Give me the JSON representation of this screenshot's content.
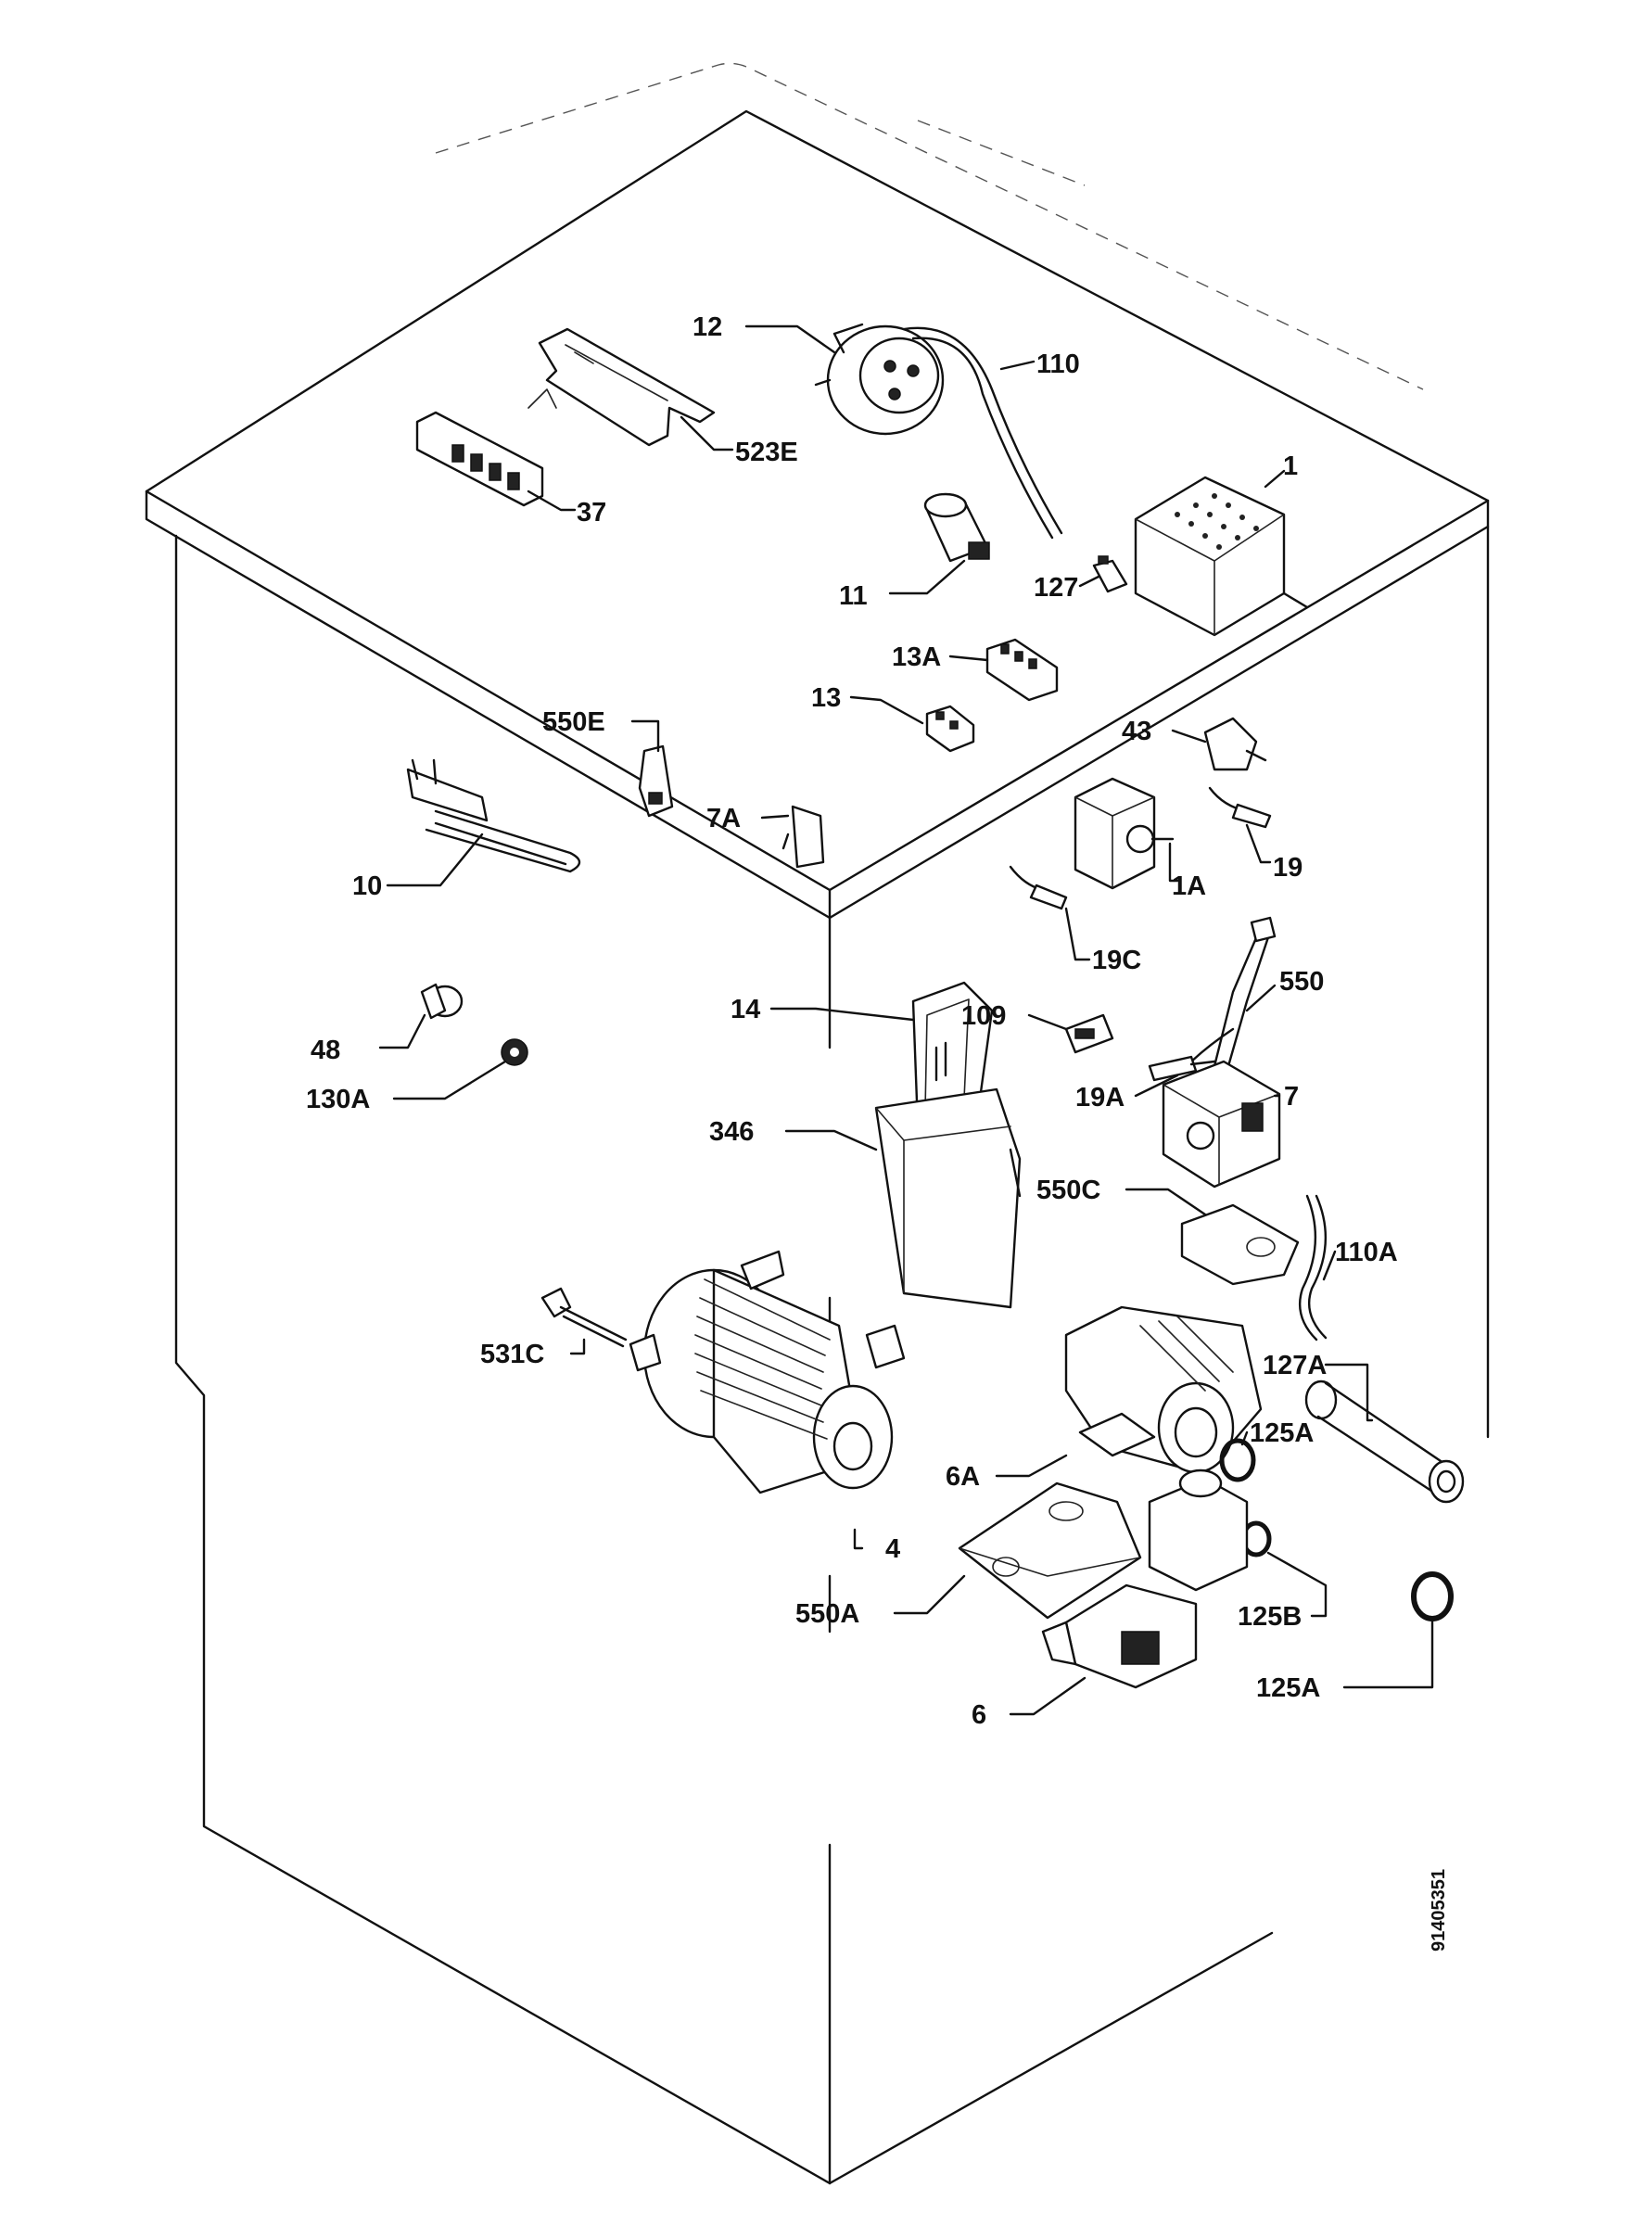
{
  "diagram": {
    "labels": {
      "p12": "12",
      "p110": "110",
      "p1": "1",
      "p523E": "523E",
      "p37": "37",
      "p11": "11",
      "p127": "127",
      "p13A": "13A",
      "p13": "13",
      "p43": "43",
      "p550E": "550E",
      "p7A": "7A",
      "p10": "10",
      "p1A": "1A",
      "p19": "19",
      "p19C": "19C",
      "p550": "550",
      "p14": "14",
      "p109": "109",
      "p48": "48",
      "p130A": "130A",
      "p19A": "19A",
      "p7": "7",
      "p346": "346",
      "p550C": "550C",
      "p110A": "110A",
      "p531C": "531C",
      "p127A": "127A",
      "p125A_upper": "125A",
      "p6A": "6A",
      "p4": "4",
      "p550A": "550A",
      "p125B": "125B",
      "p125A_lower": "125A",
      "p6": "6"
    },
    "drawing_code": "91405351"
  }
}
